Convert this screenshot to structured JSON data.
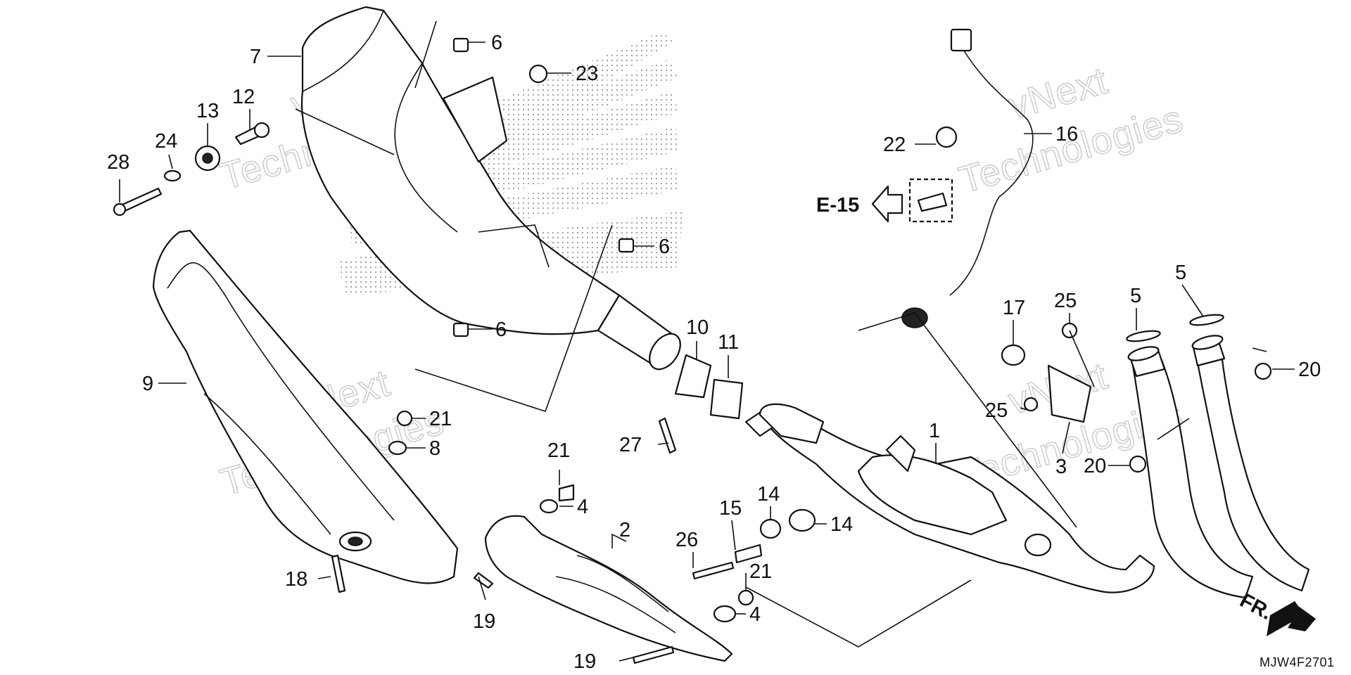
{
  "diagram": {
    "code": "MJW4F2701",
    "ref_label": "E-15",
    "direction_label": "FR.",
    "watermark_line1": "vNext",
    "watermark_line2": "Technologies",
    "callouts": {
      "c7": "7",
      "c6a": "6",
      "c23": "23",
      "c12": "12",
      "c13": "13",
      "c24": "24",
      "c28": "28",
      "c6b": "6",
      "c6c": "6",
      "c9": "9",
      "c10": "10",
      "c11": "11",
      "c21a": "21",
      "c8": "8",
      "c27": "27",
      "c21b": "21",
      "c4a": "4",
      "c18": "18",
      "c19a": "19",
      "c2": "2",
      "c19b": "19",
      "c26": "26",
      "c15": "15",
      "c14a": "14",
      "c14b": "14",
      "c21c": "21",
      "c4b": "4",
      "c22": "22",
      "c16": "16",
      "c1": "1",
      "c17": "17",
      "c25a": "25",
      "c25b": "25",
      "c3": "3",
      "c5a": "5",
      "c5b": "5",
      "c20a": "20",
      "c20b": "20"
    }
  }
}
